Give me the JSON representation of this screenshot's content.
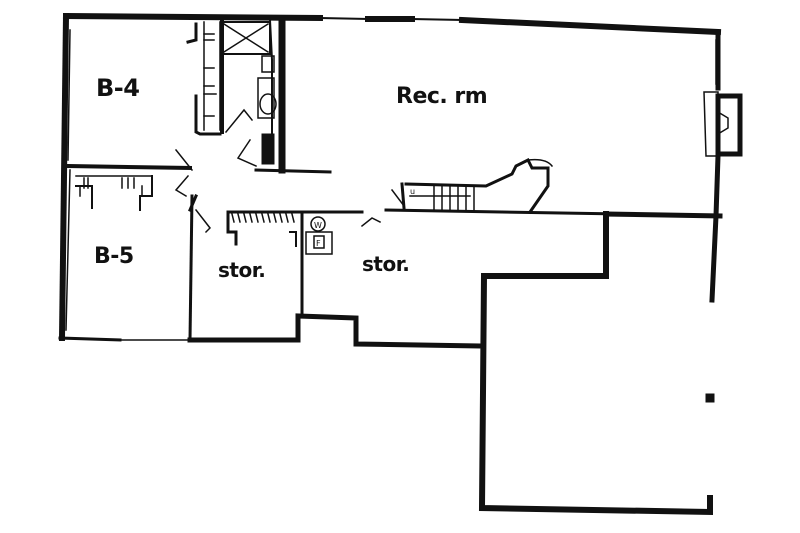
{
  "plan": {
    "type": "basement floor plan sketch",
    "colors": {
      "wall": "#111111",
      "background": "#ffffff"
    },
    "rooms": [
      {
        "id": "b4",
        "label": "B-4"
      },
      {
        "id": "rec",
        "label": "Rec. rm"
      },
      {
        "id": "b5",
        "label": "B-5"
      },
      {
        "id": "stor1",
        "label": "stor."
      },
      {
        "id": "stor2",
        "label": "stor."
      }
    ],
    "symbols": {
      "water_heater": "W",
      "furnace": "F",
      "stair_up": "u"
    }
  }
}
